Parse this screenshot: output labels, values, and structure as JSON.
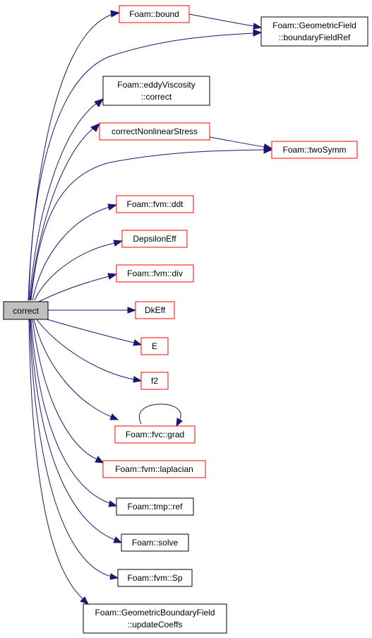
{
  "colors": {
    "edge": "#191970",
    "red_border": "#ff0000",
    "black_border": "#000000",
    "root_fill": "#bfbfbf",
    "node_fill": "#ffffff"
  },
  "nodes": {
    "correct": {
      "lines": [
        "correct"
      ],
      "border": "black",
      "root": true
    },
    "bound": {
      "lines": [
        "Foam::bound"
      ],
      "border": "red"
    },
    "boundaryFieldRef": {
      "lines": [
        "Foam::GeometricField",
        "::boundaryFieldRef"
      ],
      "border": "black"
    },
    "eddyViscosity": {
      "lines": [
        "Foam::eddyViscosity",
        "::correct"
      ],
      "border": "black"
    },
    "correctNonlinearStress": {
      "lines": [
        "correctNonlinearStress"
      ],
      "border": "red"
    },
    "twoSymm": {
      "lines": [
        "Foam::twoSymm"
      ],
      "border": "red"
    },
    "ddt": {
      "lines": [
        "Foam::fvm::ddt"
      ],
      "border": "red"
    },
    "DepsilonEff": {
      "lines": [
        "DepsilonEff"
      ],
      "border": "red"
    },
    "div": {
      "lines": [
        "Foam::fvm::div"
      ],
      "border": "red"
    },
    "DkEff": {
      "lines": [
        "DkEff"
      ],
      "border": "red"
    },
    "E": {
      "lines": [
        "E"
      ],
      "border": "red"
    },
    "f2": {
      "lines": [
        "f2"
      ],
      "border": "red"
    },
    "grad": {
      "lines": [
        "Foam::fvc::grad"
      ],
      "border": "red"
    },
    "laplacian": {
      "lines": [
        "Foam::fvm::laplacian"
      ],
      "border": "red"
    },
    "tmpRef": {
      "lines": [
        "Foam::tmp::ref"
      ],
      "border": "black"
    },
    "solve": {
      "lines": [
        "Foam::solve"
      ],
      "border": "black"
    },
    "Sp": {
      "lines": [
        "Foam::fvm::Sp"
      ],
      "border": "black"
    },
    "updateCoeffs": {
      "lines": [
        "Foam::GeometricBoundaryField",
        "::updateCoeffs"
      ],
      "border": "black"
    }
  },
  "edges": [
    [
      "correct",
      "bound"
    ],
    [
      "correct",
      "boundaryFieldRef"
    ],
    [
      "bound",
      "boundaryFieldRef"
    ],
    [
      "correct",
      "eddyViscosity"
    ],
    [
      "correct",
      "correctNonlinearStress"
    ],
    [
      "correctNonlinearStress",
      "twoSymm"
    ],
    [
      "correct",
      "twoSymm"
    ],
    [
      "correct",
      "ddt"
    ],
    [
      "correct",
      "DepsilonEff"
    ],
    [
      "correct",
      "div"
    ],
    [
      "correct",
      "DkEff"
    ],
    [
      "correct",
      "E"
    ],
    [
      "correct",
      "f2"
    ],
    [
      "correct",
      "grad"
    ],
    [
      "grad",
      "grad"
    ],
    [
      "correct",
      "laplacian"
    ],
    [
      "correct",
      "tmpRef"
    ],
    [
      "correct",
      "solve"
    ],
    [
      "correct",
      "Sp"
    ],
    [
      "correct",
      "updateCoeffs"
    ]
  ]
}
